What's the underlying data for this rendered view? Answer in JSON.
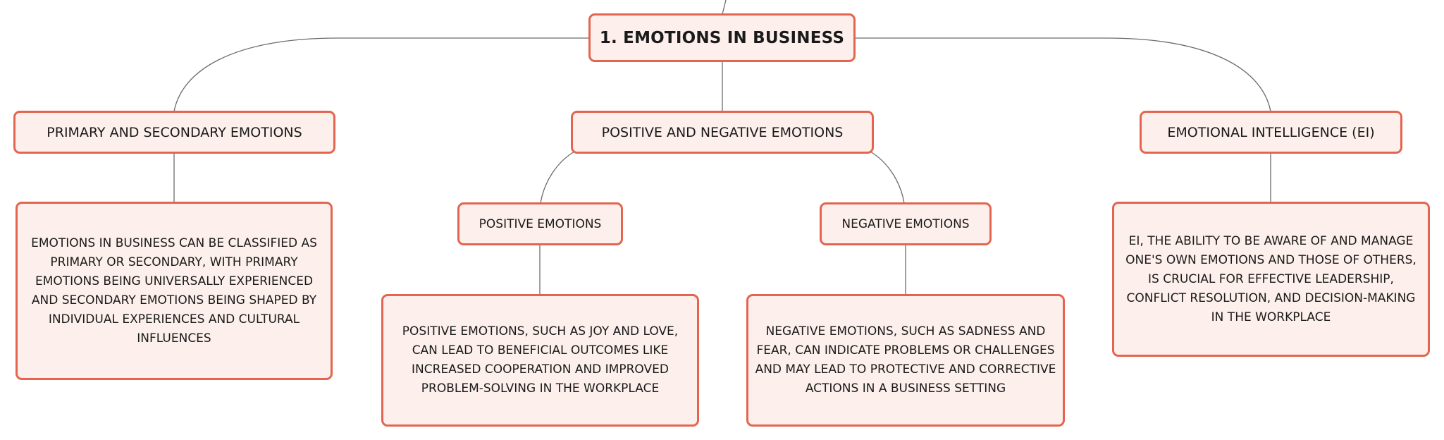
{
  "colors": {
    "node_fill": "#fdf0ec",
    "node_border": "#e3654f",
    "connector": "#6b6b6b",
    "text": "#1a1a1a"
  },
  "root": {
    "label": "1. EMOTIONS IN BUSINESS"
  },
  "branches": [
    {
      "label": "PRIMARY AND SECONDARY EMOTIONS",
      "detail": "EMOTIONS IN BUSINESS CAN BE CLASSIFIED AS PRIMARY OR SECONDARY, WITH PRIMARY EMOTIONS BEING UNIVERSALLY EXPERIENCED AND SECONDARY EMOTIONS BEING SHAPED BY INDIVIDUAL EXPERIENCES AND CULTURAL INFLUENCES"
    },
    {
      "label": "POSITIVE AND NEGATIVE EMOTIONS",
      "children": [
        {
          "label": "POSITIVE EMOTIONS",
          "detail": "POSITIVE EMOTIONS, SUCH AS JOY AND LOVE, CAN LEAD TO BENEFICIAL OUTCOMES LIKE INCREASED COOPERATION AND IMPROVED PROBLEM-SOLVING IN THE WORKPLACE"
        },
        {
          "label": "NEGATIVE EMOTIONS",
          "detail": "NEGATIVE EMOTIONS, SUCH AS SADNESS AND FEAR, CAN INDICATE PROBLEMS OR CHALLENGES AND MAY LEAD TO PROTECTIVE AND CORRECTIVE ACTIONS IN A BUSINESS SETTING"
        }
      ]
    },
    {
      "label": "EMOTIONAL INTELLIGENCE (EI)",
      "detail": "EI, THE ABILITY TO BE AWARE OF AND MANAGE ONE'S OWN EMOTIONS AND THOSE OF OTHERS, IS CRUCIAL FOR EFFECTIVE LEADERSHIP, CONFLICT RESOLUTION, AND DECISION-MAKING IN THE WORKPLACE"
    }
  ]
}
